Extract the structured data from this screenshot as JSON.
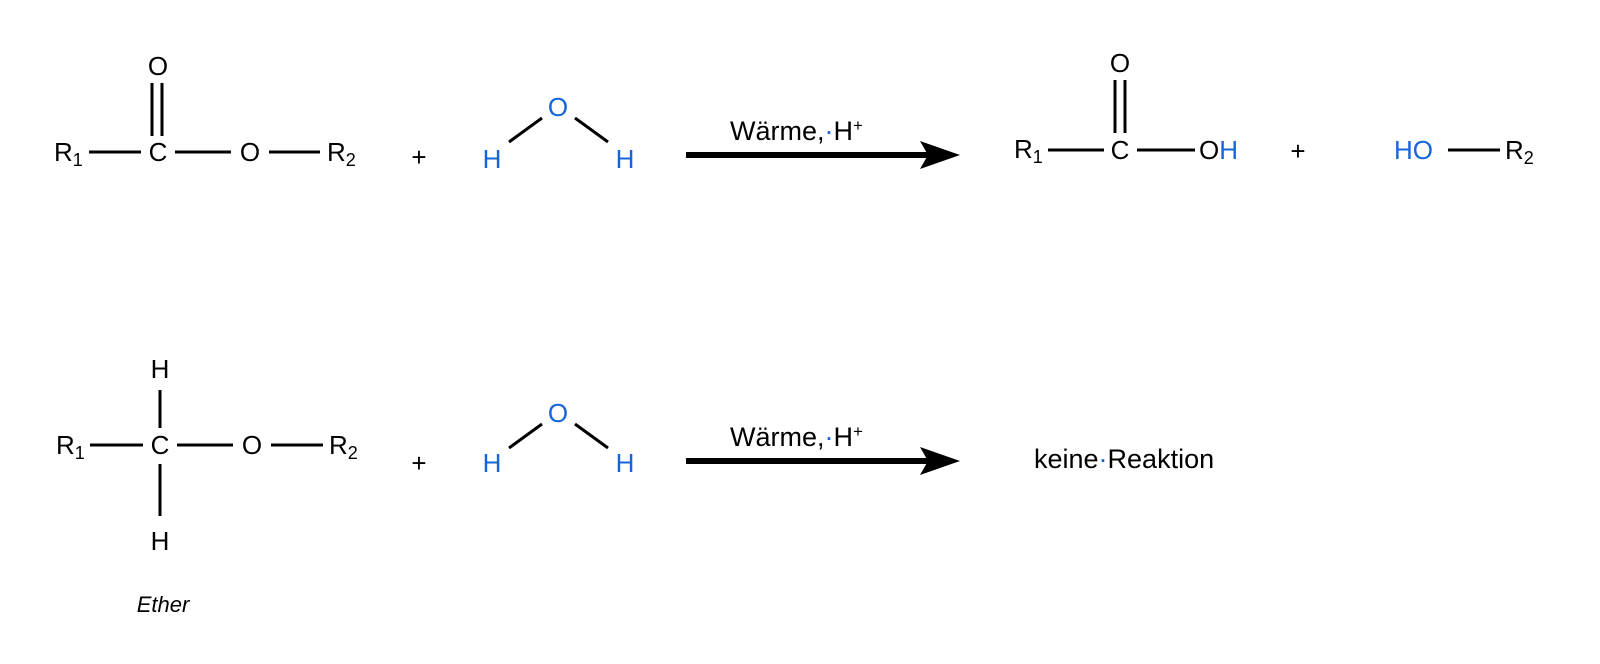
{
  "colors": {
    "black": "#000000",
    "blue": "#1565d8"
  },
  "reaction1": {
    "ester": {
      "r1": "R",
      "r1_sub": "1",
      "c": "C",
      "o_carbonyl": "O",
      "o_ether": "O",
      "r2": "R",
      "r2_sub": "2"
    },
    "plus1": "+",
    "water": {
      "o": "O",
      "h_left": "H",
      "h_right": "H"
    },
    "conditions_main": "Wärme,",
    "conditions_dot": "·",
    "conditions_h": "H",
    "conditions_sup": "+",
    "acid": {
      "r1": "R",
      "r1_sub": "1",
      "c": "C",
      "o_carbonyl": "O",
      "o": "O",
      "h": "H"
    },
    "plus2": "+",
    "alcohol": {
      "h": "H",
      "o": "O",
      "r2": "R",
      "r2_sub": "2"
    }
  },
  "reaction2": {
    "ether": {
      "r1": "R",
      "r1_sub": "1",
      "c": "C",
      "h_top": "H",
      "h_bottom": "H",
      "o": "O",
      "r2": "R",
      "r2_sub": "2"
    },
    "plus1": "+",
    "water": {
      "o": "O",
      "h_left": "H",
      "h_right": "H"
    },
    "conditions_main": "Wärme,",
    "conditions_dot": "·",
    "conditions_h": "H",
    "conditions_sup": "+",
    "result_1": "keine",
    "result_dot": "·",
    "result_2": "Reaktion",
    "caption": "Ether"
  }
}
